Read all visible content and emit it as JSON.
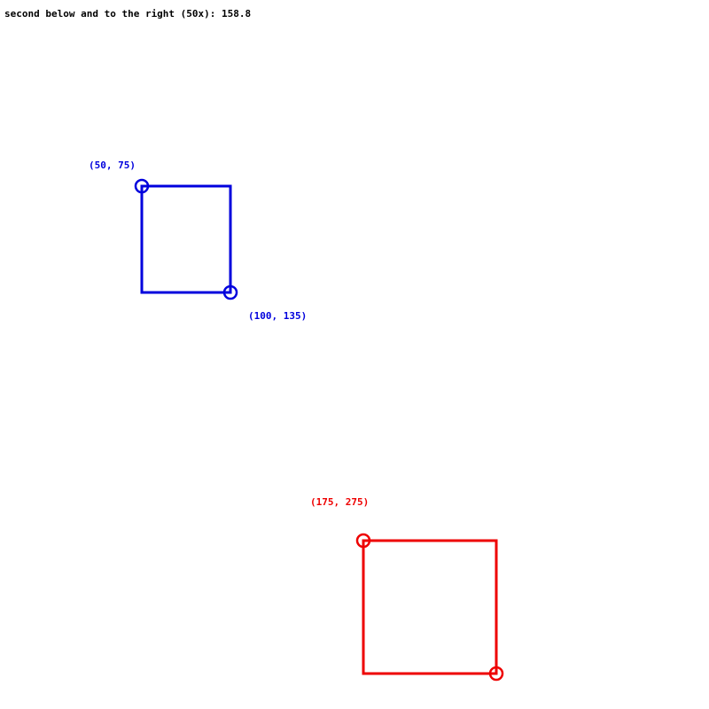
{
  "header": "second below and to the right (50x): 158.8",
  "rects": [
    {
      "name": "blue",
      "color": "#0000dd",
      "corner1": "(50, 75)",
      "corner2": "(100, 135)"
    },
    {
      "name": "red",
      "color": "#ee0000",
      "corner1": "(175, 275)",
      "corner2": ""
    }
  ]
}
